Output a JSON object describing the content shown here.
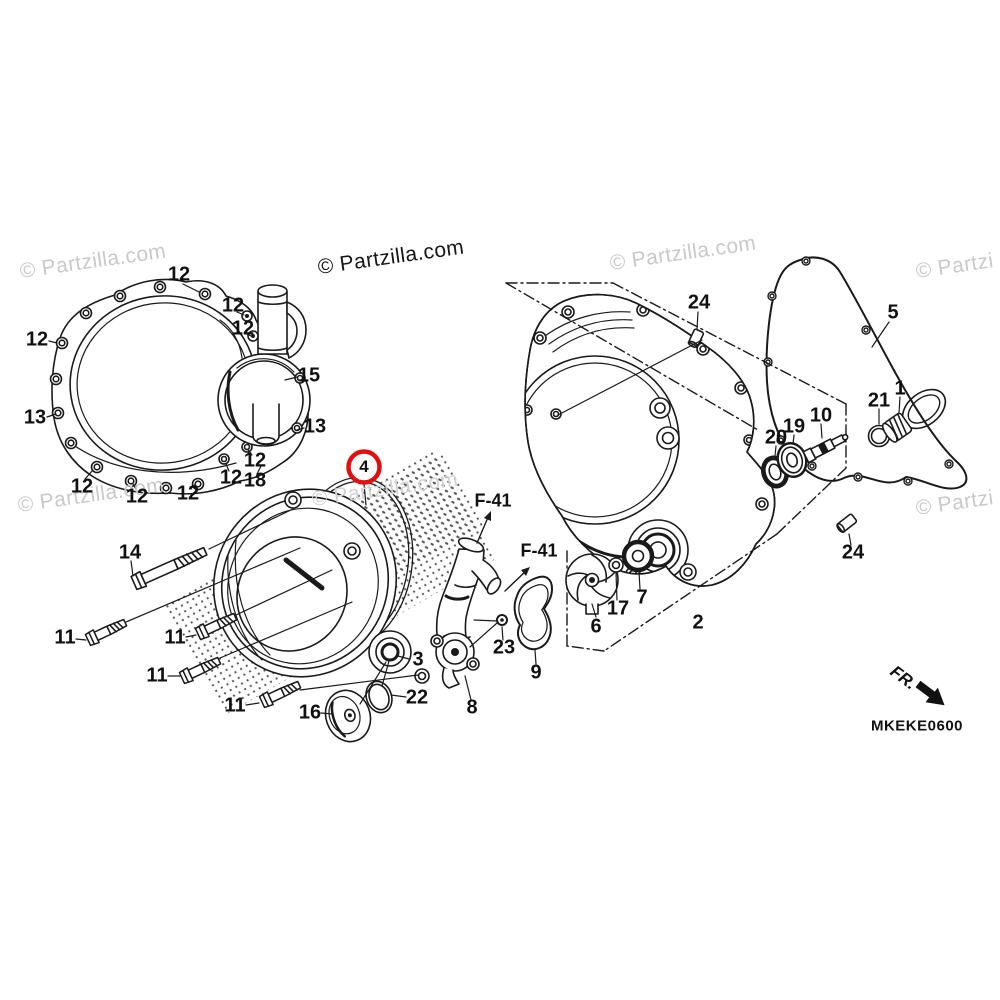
{
  "diagram": {
    "code": "MKEKE0600",
    "front_label": "FR.",
    "reference_label": "F-41",
    "highlighted_part": "4",
    "watermark_full": "© Partzilla.com",
    "watermark_clipped": "© Partzi",
    "colors": {
      "highlight_red": "#e01010",
      "line_ink": "#1a1a1a",
      "watermark_light": "#c9c9c9",
      "watermark_dark": "#161616"
    }
  },
  "callouts": [
    "12",
    "12",
    "13",
    "12",
    "12",
    "12",
    "12",
    "12",
    "18",
    "12",
    "12",
    "15",
    "13",
    "14",
    "11",
    "11",
    "11",
    "11",
    "16",
    "22",
    "3",
    "8",
    "23",
    "9",
    "6",
    "17",
    "7",
    "2",
    "24",
    "24",
    "5",
    "1",
    "21",
    "10",
    "19",
    "20"
  ]
}
